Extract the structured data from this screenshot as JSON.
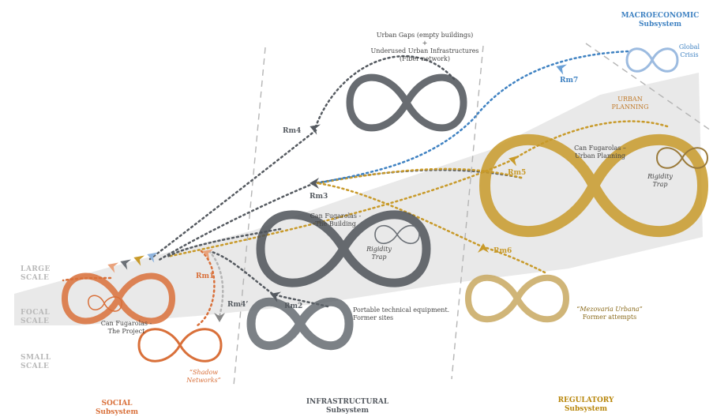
{
  "colors": {
    "social": "#d9703a",
    "infra": "#555a60",
    "regulatory": "#c89a2a",
    "macro": "#3f82c2",
    "scale": "#b8b8b8",
    "band": "#e9e9e9"
  },
  "subsystems": {
    "social": {
      "name": "SOCIAL",
      "sub": "Subsystem"
    },
    "infra": {
      "name": "INFRASTRUCTURAL",
      "sub": "Subsystem"
    },
    "regulatory": {
      "name": "REGULATORY",
      "sub": "Subsystem"
    },
    "macro": {
      "name": "MACROECONOMIC",
      "sub": "Subsystem"
    }
  },
  "scales": {
    "large": [
      "LARGE",
      "SCALE"
    ],
    "focal": [
      "FOCAL",
      "SCALE"
    ],
    "small": [
      "SMALL",
      "SCALE"
    ]
  },
  "labels": {
    "urban_gaps": [
      "Urban Gaps (empty buildings)",
      "+",
      "Underused Urban  Infrastructures",
      "(Fiber network)"
    ],
    "building": [
      "Can Fugarolas -",
      "The Building"
    ],
    "rigidity_building": [
      "Rigidity",
      "Trap"
    ],
    "portable": [
      "Portable technical equipment.",
      "Former sites"
    ],
    "project": [
      "Can Fugarolas -",
      "The Project"
    ],
    "shadow": [
      "“Shadow",
      "Networks”"
    ],
    "urban_planning_title": [
      "URBAN",
      "PLANNING"
    ],
    "urban_planning": [
      "Can Fugarolas –",
      "Urban Planning"
    ],
    "rigidity_planning": [
      "Rigidity",
      "Trap"
    ],
    "mezovaria": [
      "“Mezovaria Urbana”",
      "Former attempts"
    ],
    "global_crisis": [
      "Global",
      "Crisis"
    ]
  },
  "arrows": {
    "rm1": "Rm1",
    "rm2": "Rm2",
    "rm3": "Rm3",
    "rm4": "Rm4",
    "rm4p": "Rm4’",
    "rm5": "Rm5",
    "rm6": "Rm6",
    "rm7": "Rm7"
  }
}
